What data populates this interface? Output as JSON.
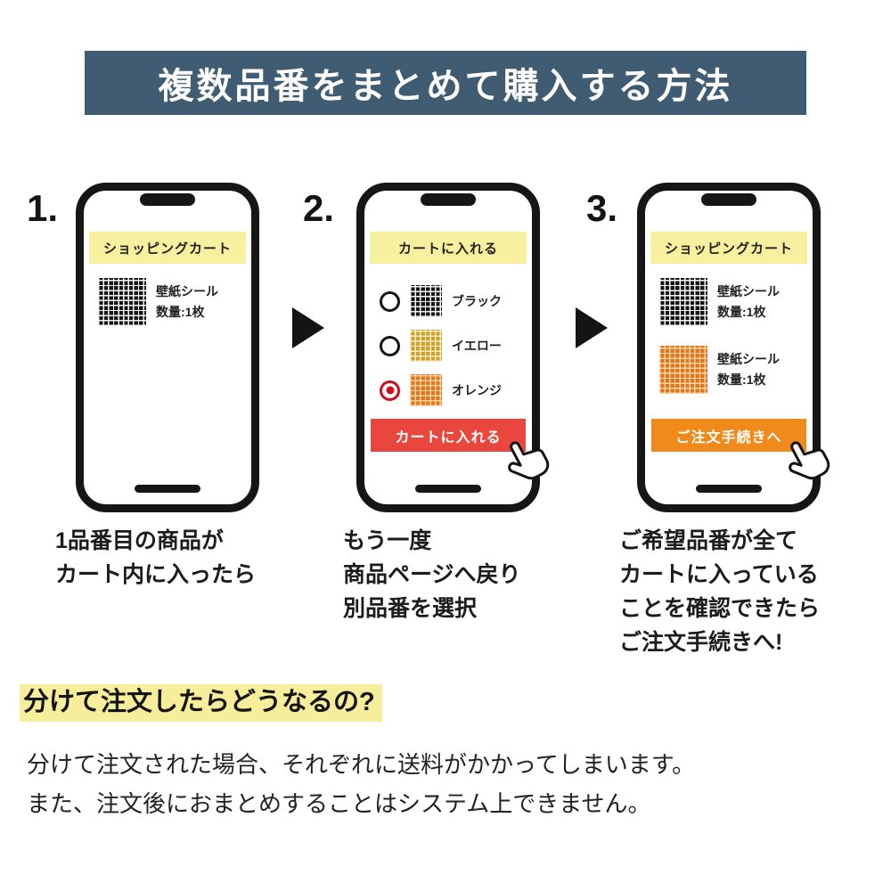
{
  "colors": {
    "header_bg": "#3f5c72",
    "phone_title_bg": "#f7f09e",
    "highlight_yellow": "#f7ee9c",
    "add_to_cart_button": "#e9473e",
    "checkout_button": "#f08a1b",
    "selected_radio": "#cf0f1e",
    "swatch_black": "#151515",
    "swatch_yellow": "#cda02e",
    "swatch_orange": "#e0741f"
  },
  "header": {
    "title": "複数品番をまとめて購入する方法"
  },
  "steps": [
    {
      "number": "1.",
      "phone_title": "ショッピングカート",
      "items": [
        {
          "swatch": "black-tile-swatch",
          "name": "壁紙シール",
          "qty": "数量:1枚"
        }
      ],
      "caption_lines": [
        "1品番目の商品が",
        "カート内に入ったら"
      ]
    },
    {
      "number": "2.",
      "phone_title": "カートに入れる",
      "options": [
        {
          "swatch": "black-tile-swatch",
          "label": "ブラック",
          "selected": false
        },
        {
          "swatch": "yellow-tile-swatch",
          "label": "イエロー",
          "selected": false
        },
        {
          "swatch": "orange-tile-swatch",
          "label": "オレンジ",
          "selected": true
        }
      ],
      "button_label": "カートに入れる",
      "caption_lines": [
        "もう一度",
        "商品ページへ戻り",
        "別品番を選択"
      ]
    },
    {
      "number": "3.",
      "phone_title": "ショッピングカート",
      "items": [
        {
          "swatch": "black-tile-swatch",
          "name": "壁紙シール",
          "qty": "数量:1枚"
        },
        {
          "swatch": "orange-tile-swatch",
          "name": "壁紙シール",
          "qty": "数量:1枚"
        }
      ],
      "button_label": "ご注文手続きへ",
      "caption_lines": [
        "ご希望品番が全て",
        "カートに入っている",
        "ことを確認できたら",
        "ご注文手続きへ!"
      ]
    }
  ],
  "footer": {
    "heading": "分けて注文したらどうなるの?",
    "body_lines": [
      "分けて注文された場合、それぞれに送料がかかってしまいます。",
      "また、注文後におまとめすることはシステム上できません。"
    ]
  }
}
